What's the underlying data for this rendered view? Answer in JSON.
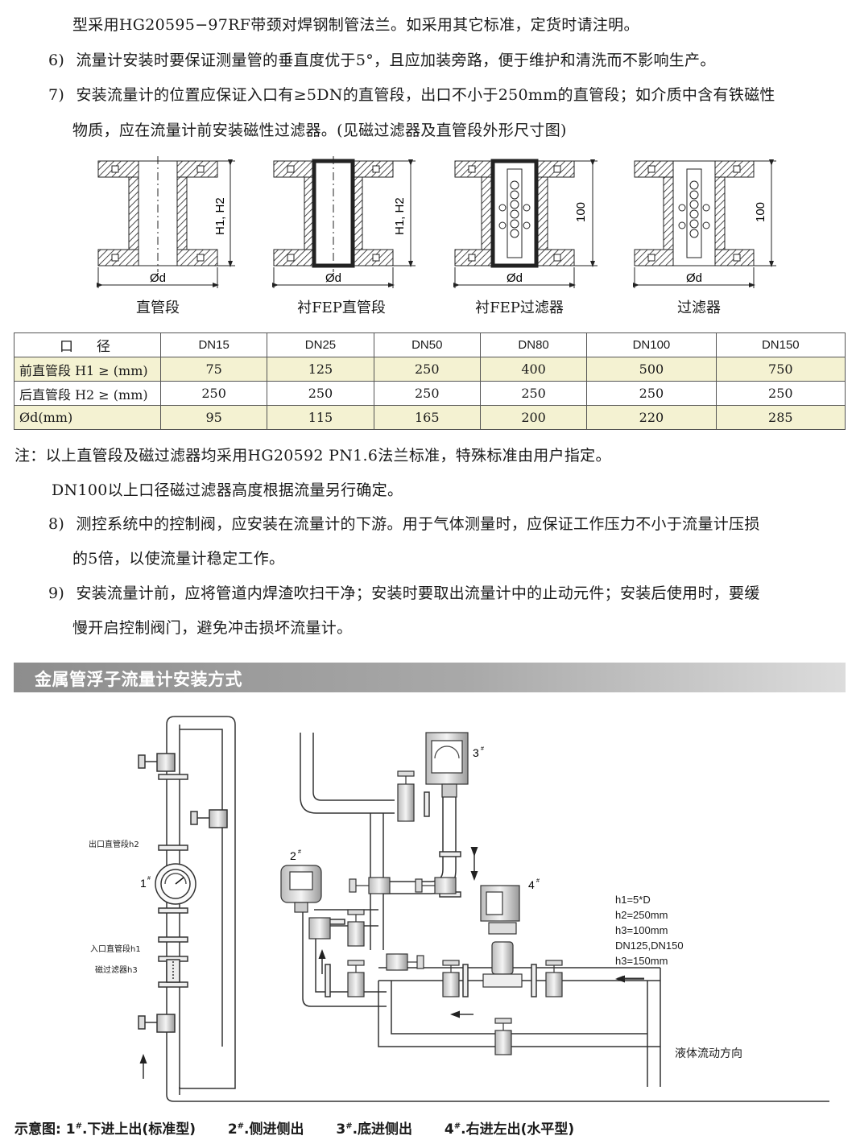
{
  "paragraphs": {
    "line_top": "型采用HG20595−97RF带颈对焊钢制管法兰。如采用其它标准，定货时请注明。",
    "item6_num": "6)",
    "item6_text": "流量计安装时要保证测量管的垂直度优于5°，且应加装旁路，便于维护和清洗而不影响生产。",
    "item7_num": "7)",
    "item7_text_a": "安装流量计的位置应保证入口有≥5DN的直管段，出口不小于250mm的直管段；如介质中含有铁磁性",
    "item7_text_b": "物质，应在流量计前安装磁性过滤器。(见磁过滤器及直管段外形尺寸图)"
  },
  "figures": {
    "fig1_caption": "直管段",
    "fig2_caption": "衬FEP直管段",
    "fig3_caption": "衬FEP过滤器",
    "fig4_caption": "过滤器",
    "dim_h": "H1, H2",
    "dim_100": "100",
    "dim_d": "Ød"
  },
  "table": {
    "header": [
      "口　径",
      "DN15",
      "DN25",
      "DN50",
      "DN80",
      "DN100",
      "DN150"
    ],
    "rows": [
      {
        "label": "前直管段 H1 ≥ (mm)",
        "values": [
          "75",
          "125",
          "250",
          "400",
          "500",
          "750"
        ]
      },
      {
        "label": "后直管段 H2 ≥ (mm)",
        "values": [
          "250",
          "250",
          "250",
          "250",
          "250",
          "250"
        ]
      },
      {
        "label": "Ød(mm)",
        "values": [
          "95",
          "115",
          "165",
          "200",
          "220",
          "285"
        ]
      }
    ]
  },
  "notes": {
    "note1": "注：以上直管段及磁过滤器均采用HG20592 PN1.6法兰标准，特殊标准由用户指定。",
    "note2": "DN100以上口径磁过滤器高度根据流量另行确定。",
    "item8_num": "8)",
    "item8_text_a": "测控系统中的控制阀，应安装在流量计的下游。用于气体测量时，应保证工作压力不小于流量计压损",
    "item8_text_b": "的5倍，以使流量计稳定工作。",
    "item9_num": "9)",
    "item9_text_a": "安装流量计前，应将管道内焊渣吹扫干净；安装时要取出流量计中的止动元件；安装后使用时，要缓",
    "item9_text_b": "慢开启控制阀门，避免冲击损坏流量计。"
  },
  "section": {
    "title": "金属管浮子流量计安装方式"
  },
  "install_diagram": {
    "label_outlet": "出口直管段h2",
    "label_inlet": "入口直管段h1",
    "label_filter": "磁过滤器h3",
    "meter1": "1",
    "meter2": "2",
    "meter3": "3",
    "meter4": "4",
    "sup_mark": "#",
    "param1": "h1=5*D",
    "param2": "h2=250mm",
    "param3": "h3=100mm",
    "param4": "DN125,DN150",
    "param5": "h3=150mm",
    "flow_direction": "液体流动方向"
  },
  "legend": {
    "prefix": "示意图:",
    "item1": ".下进上出(标准型)",
    "item2": ".侧进侧出",
    "item3": ".底进侧出",
    "item4": ".右进左出(水平型)",
    "n1": "1",
    "n2": "2",
    "n3": "3",
    "n4": "4",
    "sup": "#"
  }
}
